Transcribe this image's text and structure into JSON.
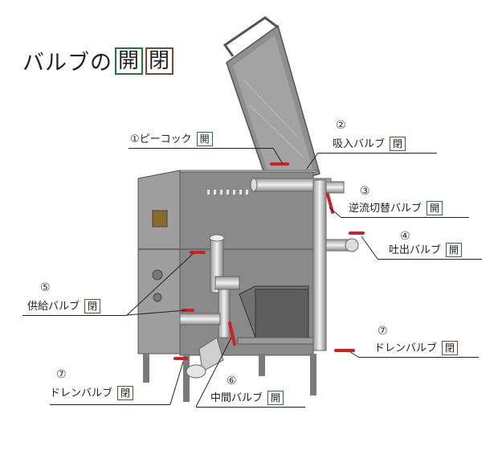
{
  "title": {
    "text": "バルブの",
    "state_open": "開",
    "state_closed": "閉"
  },
  "colors": {
    "open_box": "#1f7a3a",
    "closed_box": "#7a4a22",
    "valve_handle": "#cc2222"
  },
  "callouts": [
    {
      "num": "①",
      "label": "ピーコック",
      "state": "開",
      "box": "green"
    },
    {
      "num": "②",
      "label": "吸入バルブ",
      "state": "閉",
      "box": "brown"
    },
    {
      "num": "③",
      "label": "逆流切替バルブ",
      "state": "開",
      "box": "green"
    },
    {
      "num": "④",
      "label": "吐出バルブ",
      "state": "開",
      "box": "green"
    },
    {
      "num": "⑤",
      "label": "供給バルブ",
      "state": "閉",
      "box": "brown"
    },
    {
      "num": "⑦",
      "label": "ドレンバルブ",
      "state": "閉",
      "box": "brown"
    },
    {
      "num": "⑦",
      "label": "ドレンバルブ",
      "state": "閉",
      "box": "brown"
    },
    {
      "num": "⑥",
      "label": "中間バルブ",
      "state": "開",
      "box": "green"
    }
  ]
}
